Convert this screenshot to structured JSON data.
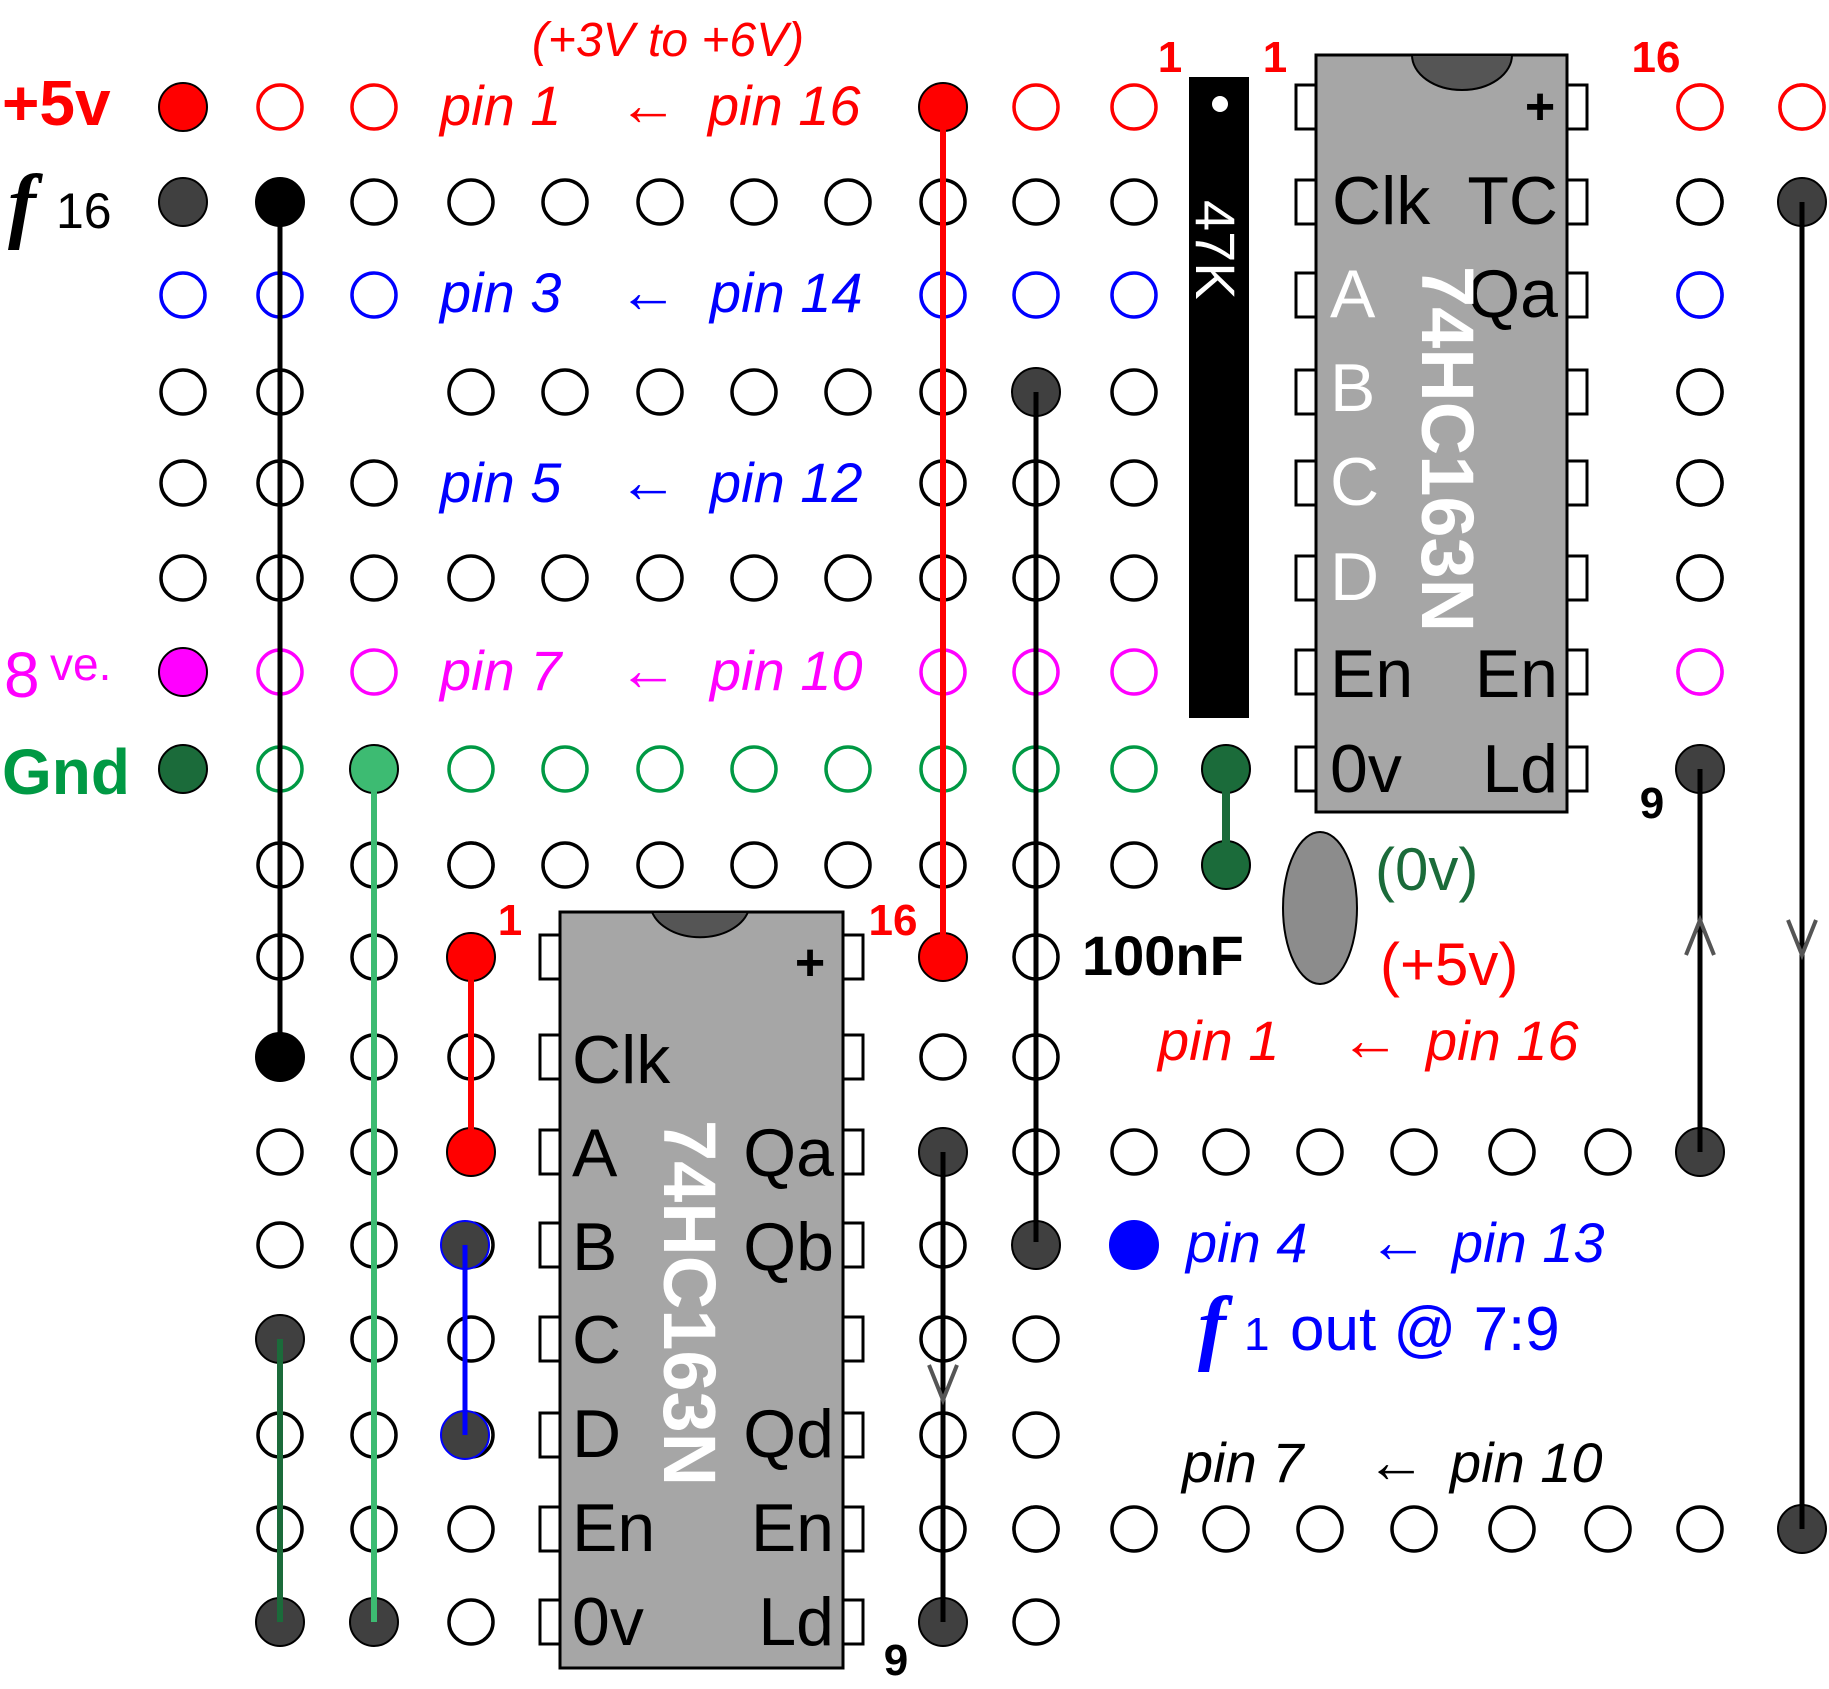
{
  "colors": {
    "red": "#ff0000",
    "blue": "#0000ff",
    "magenta": "#ff00ff",
    "green": "#009944",
    "dark_green": "#1b6b3a",
    "light_green": "#3dbb72",
    "black": "#000000",
    "chip_gray": "#a6a6a6",
    "pin_dark": "#404040",
    "cap_gray": "#8c8c8c"
  },
  "rail_labels": {
    "plus5v": "+5v",
    "f_letter": "f",
    "f_sub": "16",
    "eight": "8",
    "ve": "ve.",
    "gnd": "Gnd"
  },
  "top_notes": {
    "voltage_range": "(+3V to +6V)",
    "row1": {
      "from": "pin 1",
      "arrow": "←",
      "to": "pin 16"
    },
    "row3": {
      "from": "pin 3",
      "arrow": "←",
      "to": "pin 14"
    },
    "row5": {
      "from": "pin 5",
      "arrow": "←",
      "to": "pin 12"
    },
    "row7": {
      "from": "pin 7",
      "arrow": "←",
      "to": "pin 10"
    }
  },
  "chip_upper": {
    "name": "74HC163N",
    "pin1_label": "1",
    "pin1_label_left": "1",
    "pin16_label": "16",
    "pin9_label": "9",
    "plus": "+",
    "left_pins": [
      "Clk",
      "A",
      "B",
      "C",
      "D",
      "En",
      "0v"
    ],
    "right_pins": [
      "TC",
      "Qa",
      "En",
      "Ld"
    ]
  },
  "chip_lower": {
    "name": "74HC163N",
    "pin1_label": "1",
    "pin16_label": "16",
    "pin9_label": "9",
    "plus": "+",
    "left_pins": [
      "Clk",
      "A",
      "B",
      "C",
      "D",
      "En",
      "0v"
    ],
    "right_pins": [
      "Qa",
      "Qb",
      "Qd",
      "En",
      "Ld"
    ]
  },
  "resistor": {
    "label": "47K"
  },
  "capacitor": {
    "value": "100nF",
    "zero_v": "(0v)",
    "plus5v": "(+5v)"
  },
  "right_notes": {
    "pin1_16": {
      "from": "pin 1",
      "arrow": "←",
      "to": "pin 16"
    },
    "pin4_13": {
      "from": "pin 4",
      "arrow": "←",
      "to": "pin 13"
    },
    "f1_letter": "f",
    "f1_sub": "1",
    "f1_out": "out @ 7:9",
    "pin7_10": {
      "from": "pin 7",
      "arrow": "←",
      "to": "pin 10"
    }
  }
}
